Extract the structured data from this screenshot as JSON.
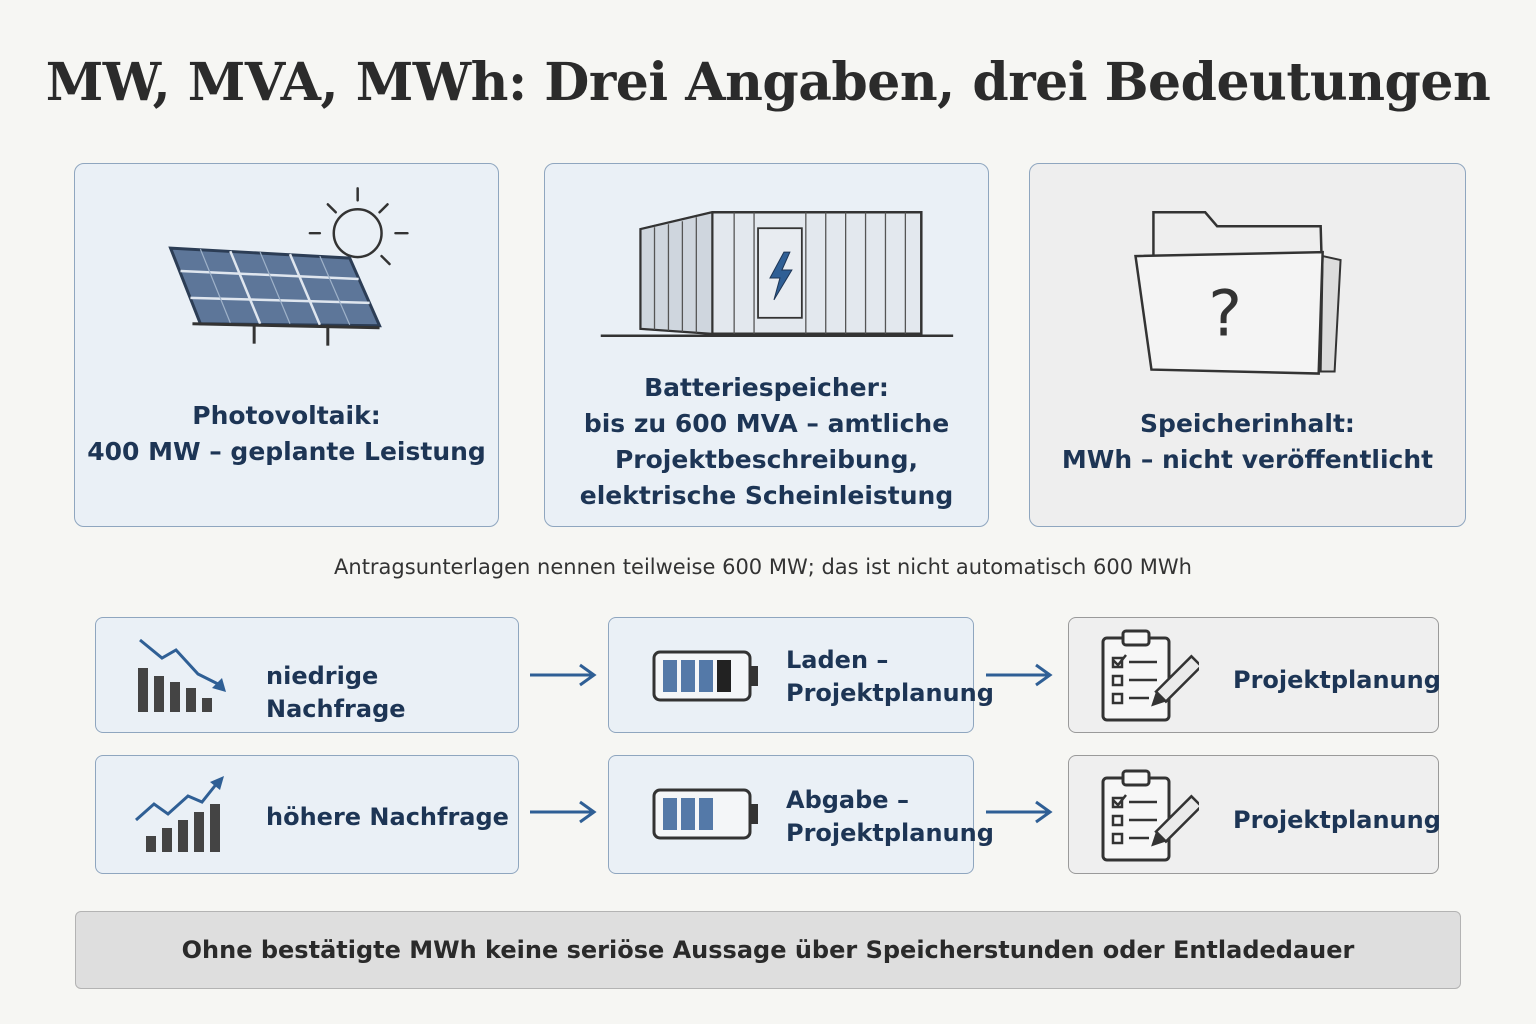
{
  "title": "MW, MVA, MWh: Drei Angaben, drei Bedeutungen",
  "cards": [
    {
      "label": "Photovoltaik:\n400 MW – geplante Leistung",
      "icon": "solar-panel-icon"
    },
    {
      "label": "Batteriespeicher:\nbis zu 600 MVA – amtliche\nProjektbeschreibung,\nelektrische Scheinleistung",
      "icon": "battery-container-icon"
    },
    {
      "label": "Speicherinhalt:\nMWh – nicht veröffentlicht",
      "icon": "folder-question-icon"
    }
  ],
  "note": "Antragsunterlagen nennen teilweise 600 MW; das ist nicht automatisch 600 MWh",
  "flows": [
    {
      "demand": "niedrige Nachfrage",
      "demand_icon": "falling-chart-icon",
      "battery": "Laden –\nProjektplanung",
      "battery_icon": "battery-charging-icon",
      "plan": "Projektplanung",
      "plan_icon": "clipboard-checklist-icon"
    },
    {
      "demand": "höhere Nachfrage",
      "demand_icon": "rising-chart-icon",
      "battery": "Abgabe –\nProjektplanung",
      "battery_icon": "battery-discharging-icon",
      "plan": "Projektplanung",
      "plan_icon": "clipboard-checklist-icon"
    }
  ],
  "footer": "Ohne bestätigte MWh keine seriöse Aussage über Speicherstunden oder Entladedauer",
  "colors": {
    "accent": "#2f5f95",
    "card_blue": "#eaf0f6",
    "card_grey": "#eeeeee"
  }
}
